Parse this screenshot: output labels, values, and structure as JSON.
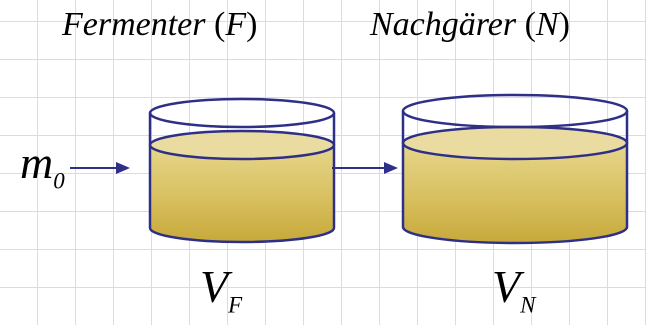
{
  "fermenter": {
    "name": "Fermenter",
    "open": "(",
    "symbol": "F",
    "close": ")"
  },
  "nachgaerer": {
    "name": "Nachgärer",
    "open": "(",
    "symbol": "N",
    "close": ")"
  },
  "input_mass": {
    "base": "m",
    "sub": "0"
  },
  "volume_f": {
    "base": "V",
    "sub": "F"
  },
  "volume_n": {
    "base": "V",
    "sub": "N"
  },
  "colors": {
    "liquid_top": "#e6d78b",
    "liquid_mid": "#d8c060",
    "liquid_bottom": "#c7a93a",
    "outline": "#2e2f86",
    "grid": "#d6dbef"
  }
}
